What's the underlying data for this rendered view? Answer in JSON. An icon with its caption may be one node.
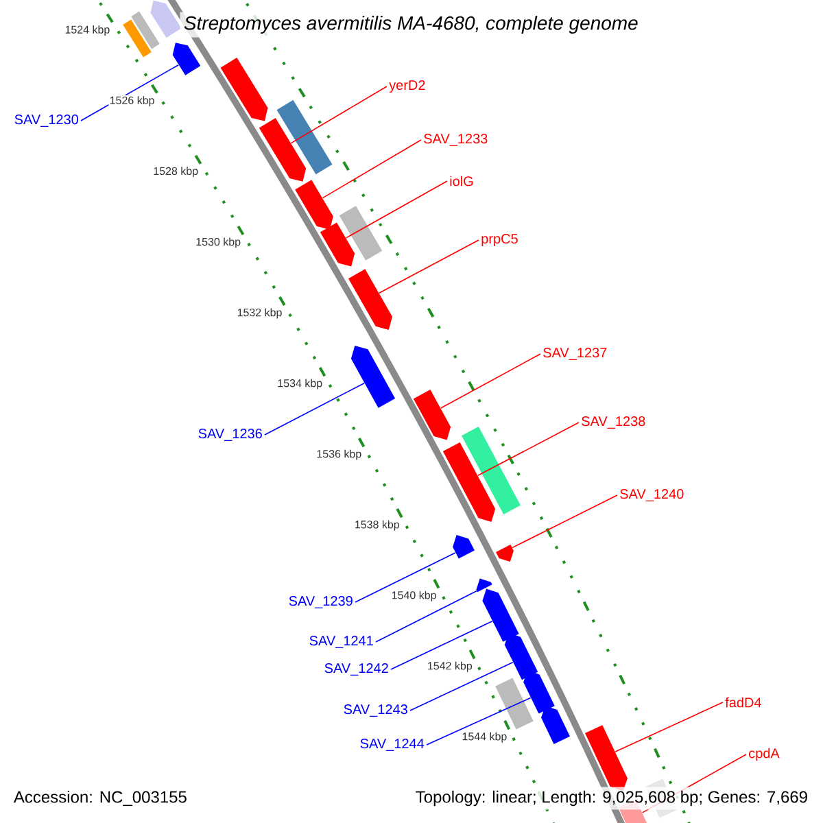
{
  "diagram": {
    "title": "Streptomyces avermitilis MA-4680, complete genome",
    "nodes": [
      {
        "text": [
          "yerD2"
        ]
      },
      {
        "text": [
          "SAV_1230"
        ]
      },
      {
        "text": [
          "SAV_1233"
        ]
      },
      {
        "text": [
          "iolG"
        ]
      },
      {
        "text": [
          "prpC5"
        ]
      },
      {
        "text": [
          "SAV_1237"
        ]
      },
      {
        "text": [
          "SAV_1238"
        ]
      },
      {
        "text": [
          "SAV_1236"
        ]
      },
      {
        "text": [
          "SAV_1240"
        ]
      },
      {
        "text": [
          "SAV_1239"
        ]
      },
      {
        "text": [
          "SAV_1241"
        ]
      },
      {
        "text": [
          "SAV_1242"
        ]
      },
      {
        "text": [
          "fadD4"
        ]
      },
      {
        "text": [
          "SAV_1243"
        ]
      },
      {
        "text": [
          "SAV_1244"
        ]
      },
      {
        "text": [
          "cpdA"
        ]
      },
      {
        "text": [],
        "shape": "pentagon"
      },
      {
        "text": [],
        "shape": "box"
      },
      {
        "text": [],
        "shape": "box"
      },
      {
        "text": [],
        "shape": "pentagon"
      },
      {
        "text": [],
        "shape": "pentagon"
      },
      {
        "text": [],
        "shape": "box"
      },
      {
        "text": [],
        "shape": "pentagon"
      },
      {
        "text": [],
        "shape": "pentagon"
      },
      {
        "text": [],
        "shape": "box"
      },
      {
        "text": [],
        "shape": "pentagon"
      },
      {
        "text": [],
        "shape": "pentagon"
      },
      {
        "text": [],
        "shape": "pentagon"
      },
      {
        "text": [],
        "shape": "pentagon"
      },
      {
        "text": [],
        "shape": "box"
      },
      {
        "text": [],
        "shape": "pentagon"
      },
      {
        "text": [],
        "shape": "pentagon"
      },
      {
        "text": [],
        "shape": "pentagon"
      },
      {
        "text": [],
        "shape": "pentagon"
      },
      {
        "text": [],
        "shape": "pentagon"
      },
      {
        "text": [],
        "shape": "pentagon"
      },
      {
        "text": [],
        "shape": "pentagon"
      },
      {
        "text": [],
        "shape": "box"
      },
      {
        "text": [],
        "shape": "pentagon"
      },
      {
        "text": [],
        "shape": "pentagon"
      },
      {
        "text": [],
        "shape": "box"
      },
      {
        "text": [],
        "shape": "pentagon"
      }
    ],
    "edges": [
      {
        "from": 0,
        "to": 22,
        "arrow": "none"
      },
      {
        "from": 1,
        "to": 19,
        "arrow": "none",
        "color": "#0000ff"
      },
      {
        "from": 2,
        "to": 23,
        "arrow": "none"
      },
      {
        "from": 3,
        "to": 25,
        "arrow": "none"
      },
      {
        "from": 4,
        "to": 26,
        "arrow": "none"
      },
      {
        "from": 5,
        "to": 28,
        "arrow": "none"
      },
      {
        "from": 6,
        "to": 30,
        "arrow": "none"
      },
      {
        "from": 7,
        "to": 27,
        "arrow": "none",
        "color": "#0000ff"
      },
      {
        "from": 8,
        "to": 32,
        "arrow": "none"
      },
      {
        "from": 9,
        "to": 31,
        "arrow": "none",
        "color": "#0000ff"
      },
      {
        "from": 10,
        "to": 33,
        "arrow": "none",
        "color": "#0000ff"
      },
      {
        "from": 11,
        "to": 34,
        "arrow": "none",
        "color": "#0000ff"
      },
      {
        "from": 12,
        "to": 39,
        "arrow": "none"
      },
      {
        "from": 13,
        "to": 35,
        "arrow": "none",
        "color": "#0000ff"
      },
      {
        "from": 14,
        "to": 36,
        "arrow": "none",
        "color": "#0000ff"
      },
      {
        "from": 15,
        "to": 41,
        "arrow": "none"
      }
    ],
    "labels": [
      "1524 kbp",
      "1526 kbp",
      "1528 kbp",
      "1530 kbp",
      "1532 kbp",
      "1534 kbp",
      "1536 kbp",
      "1538 kbp",
      "1540 kbp",
      "1542 kbp",
      "1544 kbp",
      "Accession: NC_003155",
      "Topology: linear; Length: 9,025,608 bp; Genes: 7,669"
    ]
  }
}
